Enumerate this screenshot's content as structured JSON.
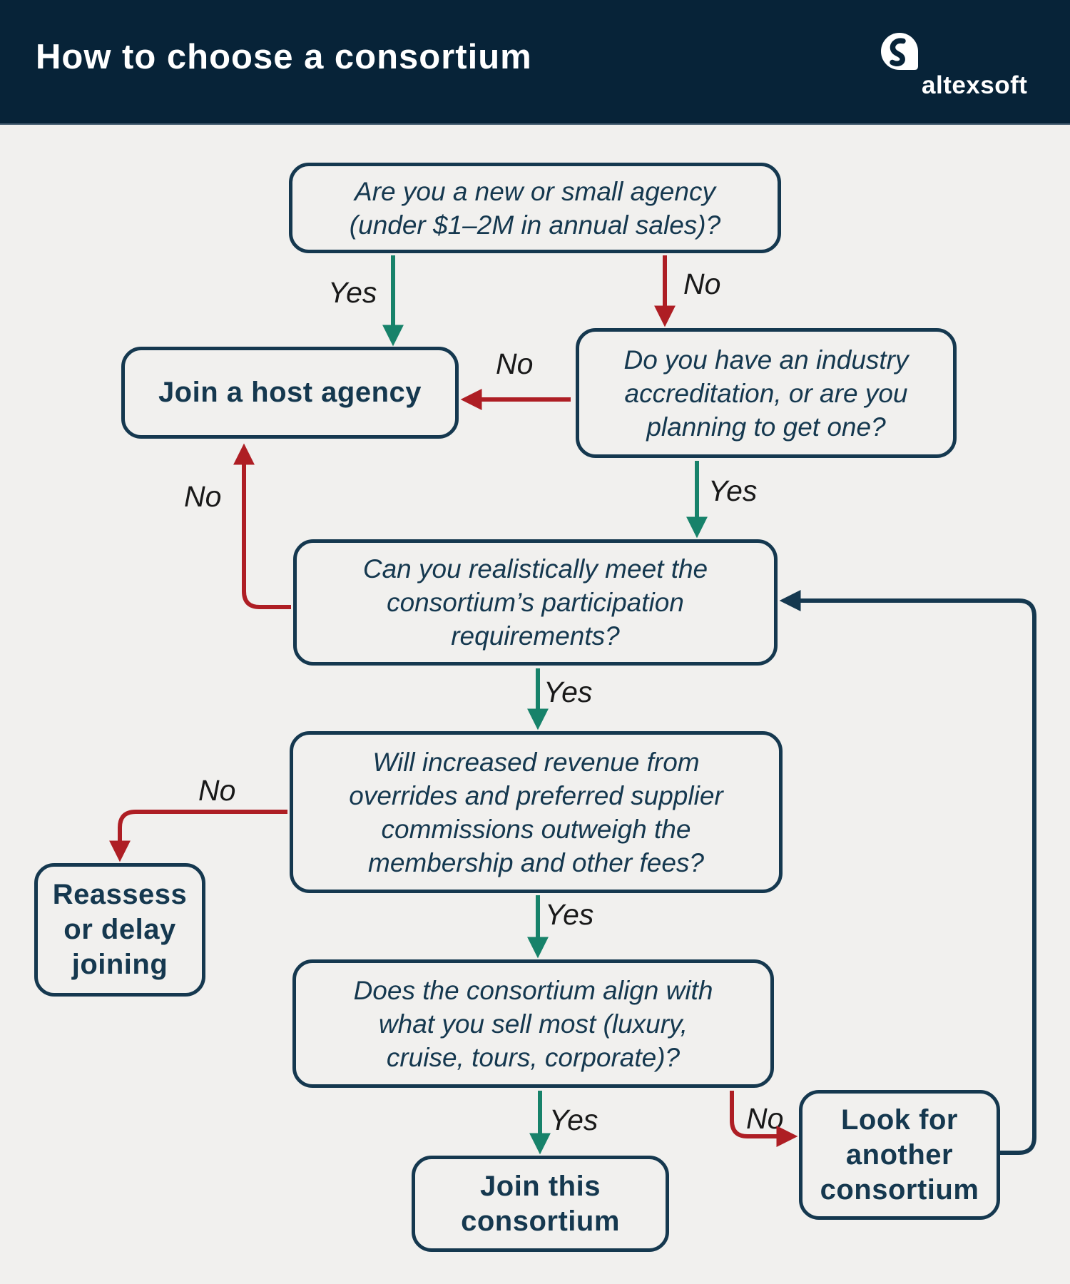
{
  "title_bar": {
    "title": "How to choose a consortium",
    "brand_name": "altexsoft",
    "logo_icon": "altexsoft-speech-bubble-a-icon"
  },
  "colors": {
    "header_background": "#072338",
    "page_background": "#F1F0EE",
    "box_border_and_text": "#15384F",
    "yes_arrow_green": "#17826A",
    "no_arrow_red": "#AE1E24",
    "feedback_arrow_navy": "#15384F",
    "edge_label_text": "#191919",
    "title_text": "#FFFFFF"
  },
  "diagram": {
    "nodes": [
      {
        "id": "q1",
        "kind": "question",
        "lines": [
          "Are you a new or small agency",
          "(under $1–2M in annual sales)?"
        ]
      },
      {
        "id": "host",
        "kind": "action",
        "lines": [
          "Join a host agency"
        ]
      },
      {
        "id": "q2",
        "kind": "question",
        "lines": [
          "Do you have an industry",
          "accreditation, or are you",
          "planning to get one?"
        ]
      },
      {
        "id": "q3",
        "kind": "question",
        "lines": [
          "Can you realistically meet the",
          "consortium’s participation",
          "requirements?"
        ]
      },
      {
        "id": "q4",
        "kind": "question",
        "lines": [
          "Will increased revenue from",
          "overrides and preferred supplier",
          "commissions outweigh the",
          "membership and other fees?"
        ]
      },
      {
        "id": "reassess",
        "kind": "action",
        "lines": [
          "Reassess",
          "or delay",
          "joining"
        ]
      },
      {
        "id": "q5",
        "kind": "question",
        "lines": [
          "Does the consortium align with",
          "what you sell most (luxury,",
          "cruise, tours, corporate)?"
        ]
      },
      {
        "id": "join",
        "kind": "action",
        "lines": [
          "Join this",
          "consortium"
        ]
      },
      {
        "id": "look",
        "kind": "action",
        "lines": [
          "Look for",
          "another",
          "consortium"
        ]
      }
    ],
    "edges": [
      {
        "from": "q1",
        "to": "host",
        "answer": "Yes"
      },
      {
        "from": "q1",
        "to": "q2",
        "answer": "No"
      },
      {
        "from": "q2",
        "to": "host",
        "answer": "No"
      },
      {
        "from": "q2",
        "to": "q3",
        "answer": "Yes"
      },
      {
        "from": "q3",
        "to": "host",
        "answer": "No"
      },
      {
        "from": "q3",
        "to": "reassess",
        "answer": ""
      },
      {
        "from": "q4",
        "to": "reassess",
        "answer": "No"
      },
      {
        "from": "q4",
        "to": "q5",
        "answer": "Yes"
      },
      {
        "from": "q5",
        "to": "join",
        "answer": "Yes"
      },
      {
        "from": "q5",
        "to": "look",
        "answer": "No"
      },
      {
        "from": "look",
        "to": "q3",
        "answer": ""
      }
    ],
    "edge_labels": {
      "q1_yes": "Yes",
      "q1_no": "No",
      "q2_no": "No",
      "q2_yes": "Yes",
      "q3_no": "No",
      "q3_yes": "Yes",
      "q4_no": "No",
      "q4_yes": "Yes",
      "q5_yes": "Yes",
      "q5_no": "No"
    }
  }
}
